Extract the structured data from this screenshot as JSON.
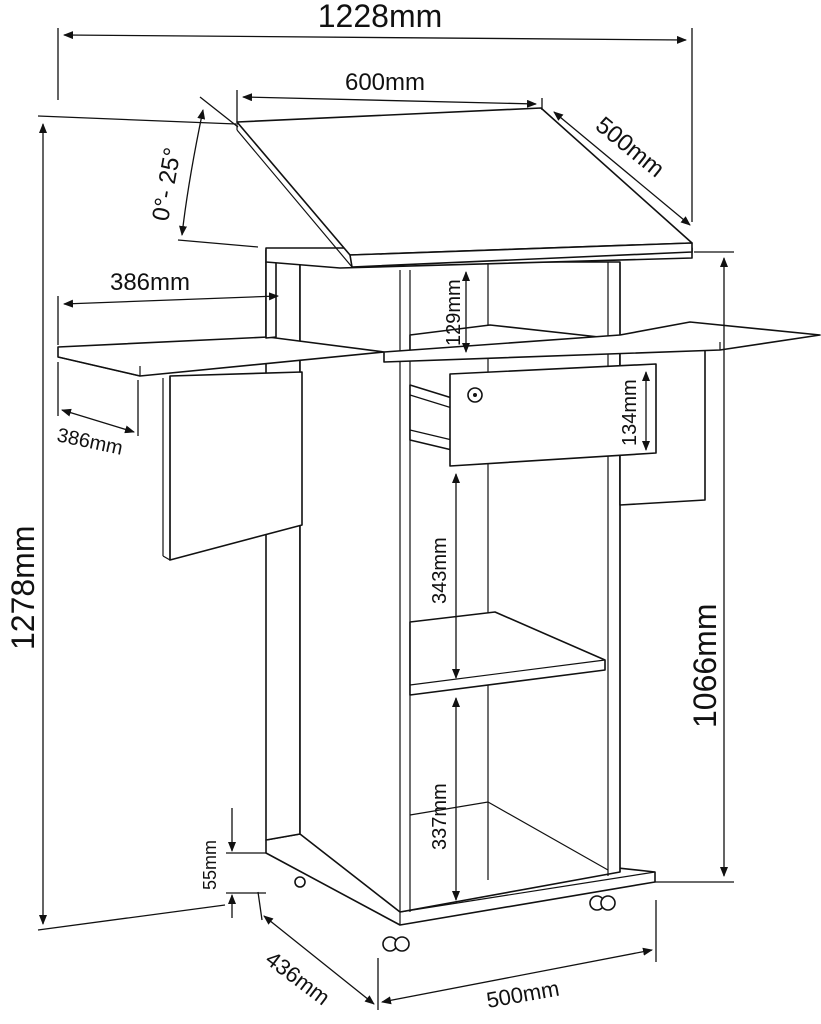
{
  "dimensions": {
    "overall_width": "1228mm",
    "top_width": "600mm",
    "top_depth": "500mm",
    "tilt_angle": "0°- 25°",
    "side_shelf_width": "386mm",
    "side_shelf_depth": "386mm",
    "compartment_height": "129mm",
    "drawer_height": "134mm",
    "upper_shelf_gap": "343mm",
    "lower_shelf_gap": "337mm",
    "overall_height": "1278mm",
    "body_height": "1066mm",
    "base_height": "55mm",
    "base_depth": "436mm",
    "base_width": "500mm"
  },
  "colors": {
    "line": "#111111",
    "background": "#ffffff"
  }
}
